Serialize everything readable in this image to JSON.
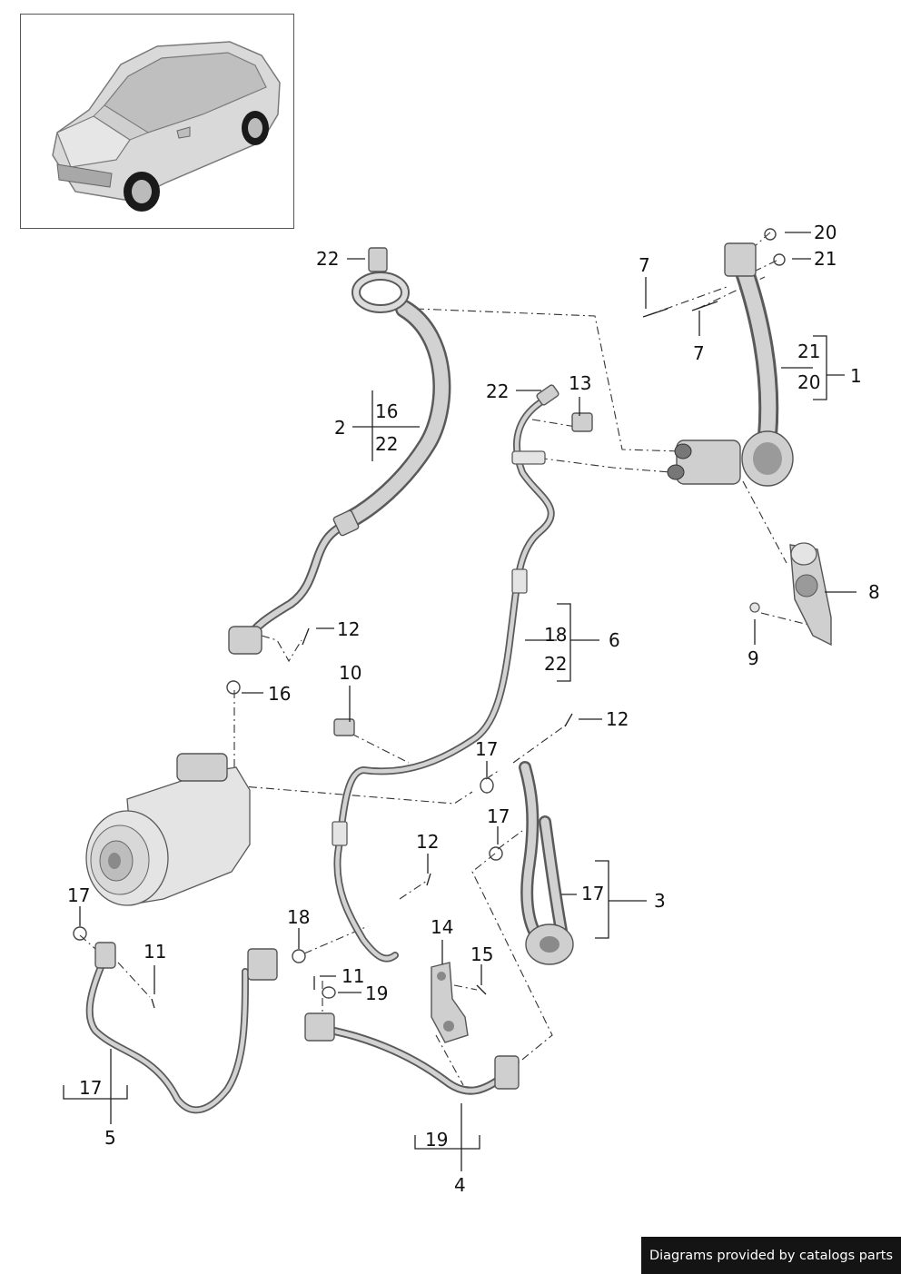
{
  "footer": {
    "text": "Diagrams provided by catalogs parts"
  },
  "thumbnail": {
    "icon": "car-suv-icon"
  },
  "callouts": {
    "c20_top": "20",
    "c21_top": "21",
    "c7_a": "7",
    "c7_b": "7",
    "c22_a": "22",
    "c22_b": "22",
    "c13": "13",
    "c16_box": "16",
    "c22_box": "22",
    "c2": "2",
    "c21_box": "21",
    "c20_box": "20",
    "c1": "1",
    "c8": "8",
    "c9": "9",
    "c18_box": "18",
    "c22_box6": "22",
    "c6": "6",
    "c12_a": "12",
    "c16": "16",
    "c10": "10",
    "c12_b": "12",
    "c17_a": "17",
    "c17_b": "17",
    "c17_box3": "17",
    "c3": "3",
    "c12_c": "12",
    "c17_c": "17",
    "c11_a": "11",
    "c18": "18",
    "c14": "14",
    "c15": "15",
    "c11_b": "11",
    "c19": "19",
    "c17_box5": "17",
    "c5": "5",
    "c19_box": "19",
    "c4": "4"
  }
}
